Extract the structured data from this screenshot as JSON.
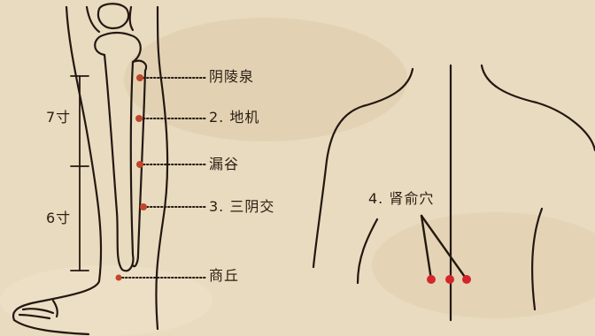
{
  "leg_labels": {
    "yanglingquan": "阴陵泉",
    "diji": "2. 地机",
    "lougu": "漏谷",
    "sanyinjiao": "3. 三阴交",
    "shangqiu": "商丘"
  },
  "measures": {
    "upper": "7寸",
    "lower": "6寸"
  },
  "back_labels": {
    "shenshu": "4. 肾俞穴"
  },
  "colors": {
    "background": "#e9dbbf",
    "line": "#231812",
    "leg_point": "#c0472c",
    "back_point": "#d4262a"
  }
}
